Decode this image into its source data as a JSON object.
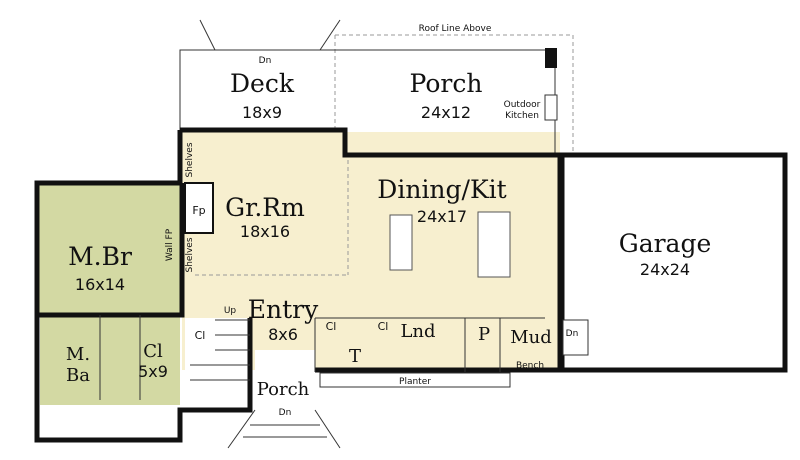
{
  "colors": {
    "living": "#f7efcf",
    "master_suite": "#d3d9a3",
    "wall": "#111111",
    "exterior": "#ffffff"
  },
  "labels": {
    "roof_line": "Roof Line Above",
    "deck": {
      "name": "Deck",
      "size": "18x9",
      "stair": "Dn"
    },
    "rear_porch": {
      "name": "Porch",
      "size": "24x12"
    },
    "outdoor_kitchen": [
      "Outdoor",
      "Kitchen"
    ],
    "great_room": {
      "name": "Gr.Rm",
      "size": "18x16"
    },
    "dining_kitchen": {
      "name": "Dining/Kit",
      "size": "24x17"
    },
    "fireplace": "Fp",
    "shelves": "Shelves",
    "wall_fp": "Wall FP",
    "master_bedroom": {
      "name": "M.Br",
      "size": "16x14"
    },
    "master_bath": {
      "line1": "M.",
      "line2": "Ba"
    },
    "master_closet": {
      "name": "Cl",
      "size": "5x9"
    },
    "stair_closet": "Cl",
    "stair_up": "Up",
    "entry": {
      "name": "Entry",
      "size": "8x6"
    },
    "front_porch": {
      "name": "Porch",
      "stair": "Dn"
    },
    "hall_closet": "Cl",
    "toilet": "T",
    "laundry_closet": "Cl",
    "laundry": "Lnd",
    "pantry": "P",
    "mud": "Mud",
    "mud_stair": "Dn",
    "bench": "Bench",
    "planter": "Planter",
    "garage": {
      "name": "Garage",
      "size": "24x24"
    }
  }
}
